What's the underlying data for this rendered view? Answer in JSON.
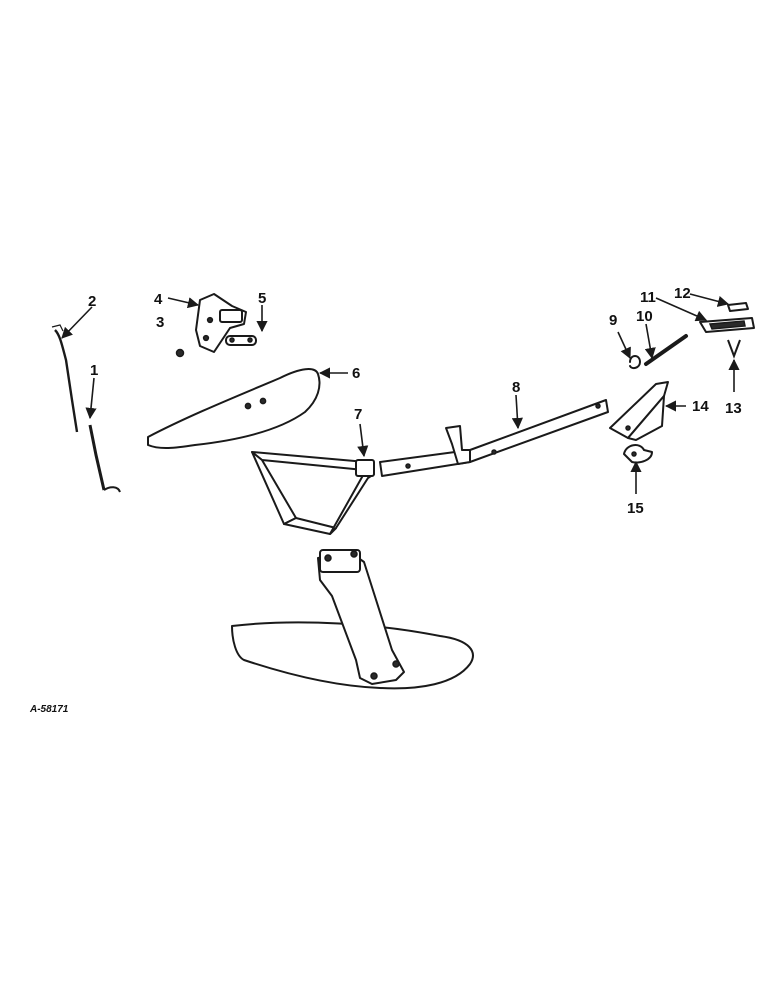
{
  "figure_id": "A-58171",
  "callouts": [
    "1",
    "2",
    "3",
    "4",
    "5",
    "6",
    "7",
    "8",
    "9",
    "10",
    "11",
    "12",
    "13",
    "14",
    "15"
  ],
  "colors": {
    "ink": "#1a1a1a",
    "paper": "#ffffff"
  }
}
